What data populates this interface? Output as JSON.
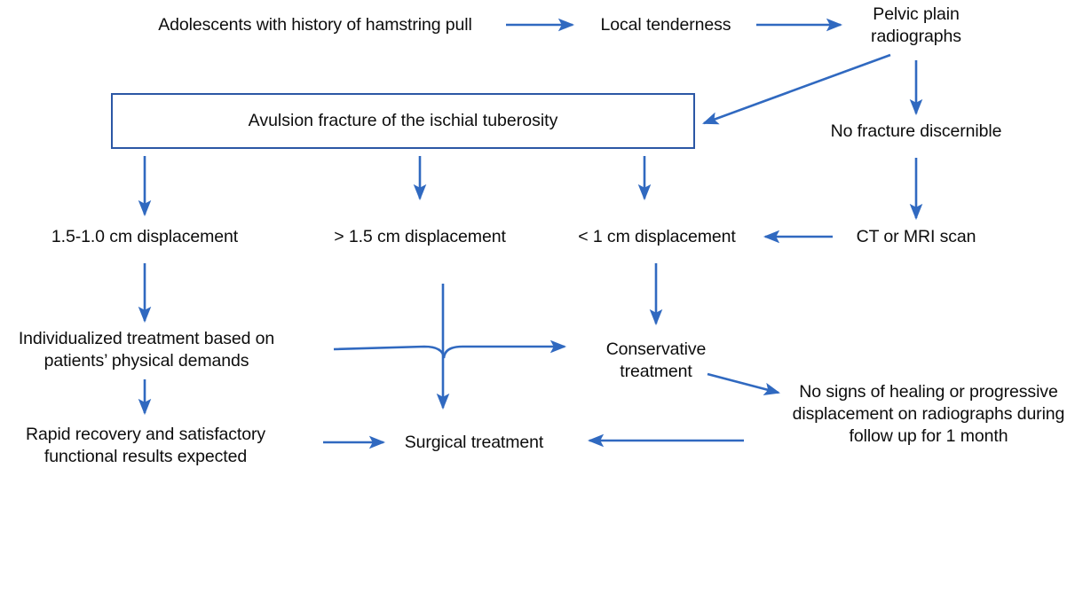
{
  "diagram": {
    "title": "Avulsion fracture of the ischial tuberosity management flowchart",
    "accent_color": "#3069c0",
    "box_border_color": "#2b57a5",
    "text_color": "#0d0d0d",
    "background_color": "#ffffff"
  },
  "nodes": {
    "adolescents": "Adolescents with history of hamstring pull",
    "local_tenderness": "Local tenderness",
    "pelvic_radiographs": "Pelvic plain\nradiographs",
    "avulsion_box": "Avulsion fracture of the ischial tuberosity",
    "no_fracture": "No fracture discernible",
    "ct_mri": "CT or MRI scan",
    "disp_15_10": "1.5-1.0 cm displacement",
    "disp_gt15": "> 1.5 cm displacement",
    "disp_lt1": "< 1 cm displacement",
    "individualized": "Individualized treatment based on\npatients’ physical demands",
    "conservative": "Conservative\ntreatment",
    "rapid_recovery": "Rapid recovery and satisfactory\nfunctional results expected",
    "surgical": "Surgical treatment",
    "no_signs": "No signs of healing or progressive\ndisplacement on radiographs during\nfollow up for 1 month"
  },
  "edges": [
    {
      "name": "adolescents-to-local-tenderness",
      "kind": "arrow-right"
    },
    {
      "name": "local-tenderness-to-pelvic-radiographs",
      "kind": "arrow-right"
    },
    {
      "name": "pelvic-radiographs-to-no-fracture",
      "kind": "arrow-down"
    },
    {
      "name": "pelvic-radiographs-to-avulsion-box",
      "kind": "arrow-diagonal-down-left"
    },
    {
      "name": "no-fracture-to-ct-mri",
      "kind": "arrow-down"
    },
    {
      "name": "ct-mri-to-less-than-1cm",
      "kind": "arrow-left"
    },
    {
      "name": "avulsion-box-to-disp-15-10",
      "kind": "arrow-down"
    },
    {
      "name": "avulsion-box-to-disp-gt15",
      "kind": "arrow-down"
    },
    {
      "name": "avulsion-box-to-disp-lt1",
      "kind": "arrow-down"
    },
    {
      "name": "disp-15-10-to-individualized",
      "kind": "arrow-down"
    },
    {
      "name": "disp-gt15-to-surgical",
      "kind": "arrow-down"
    },
    {
      "name": "disp-lt1-to-conservative",
      "kind": "arrow-down"
    },
    {
      "name": "individualized-to-rapid-recovery",
      "kind": "arrow-down"
    },
    {
      "name": "individualized-to-conservative",
      "kind": "arrow-right-with-line-hop"
    },
    {
      "name": "conservative-to-no-signs",
      "kind": "arrow-diagonal-down-right"
    },
    {
      "name": "rapid-recovery-to-surgical",
      "kind": "arrow-right"
    },
    {
      "name": "no-signs-to-surgical",
      "kind": "arrow-left"
    }
  ]
}
